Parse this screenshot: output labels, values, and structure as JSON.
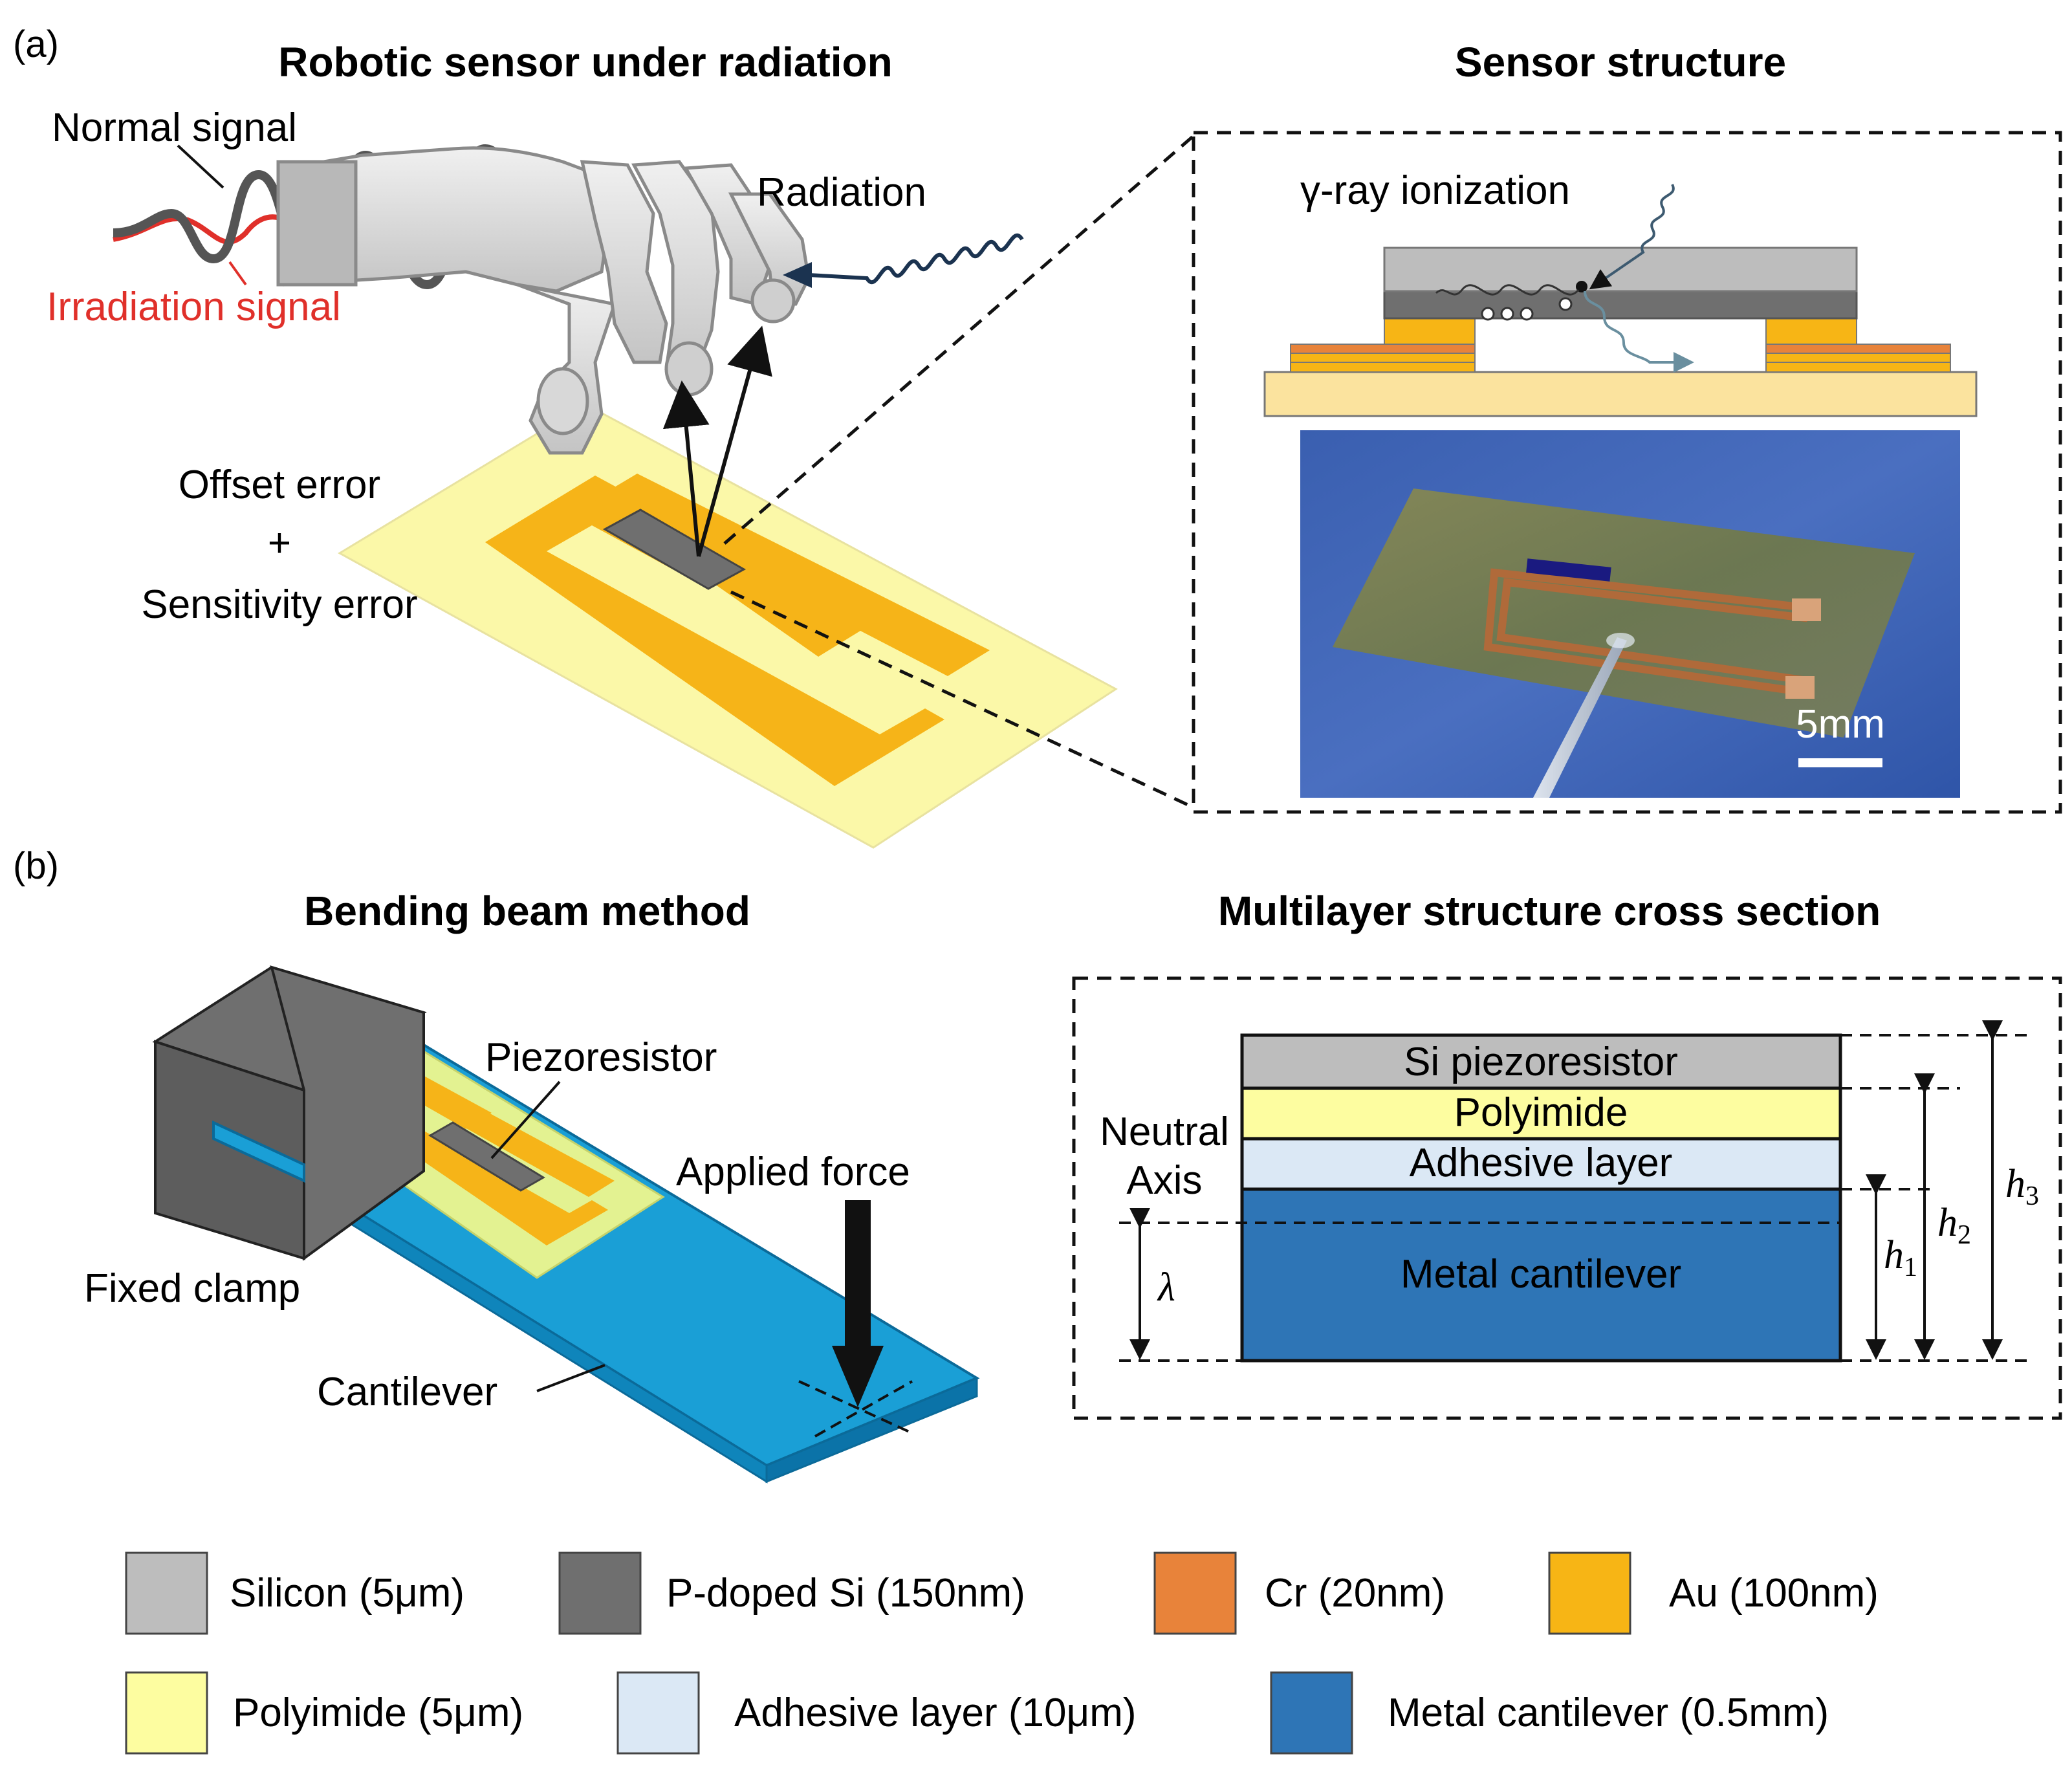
{
  "panel_a": {
    "label": "(a)",
    "title_left": "Robotic sensor under radiation",
    "title_right": "Sensor structure",
    "normal_signal": "Normal signal",
    "irradiation_signal": "Irradiation signal",
    "radiation": "Radiation",
    "offset_error": "Offset error",
    "plus": "+",
    "sensitivity_error": "Sensitivity error",
    "gamma_ray": "γ-ray ionization",
    "scale_bar": "5mm"
  },
  "panel_b": {
    "label": "(b)",
    "title_left": "Bending beam method",
    "title_right": "Multilayer structure cross section",
    "piezoresistor": "Piezoresistor",
    "applied_force": "Applied force",
    "fixed_clamp": "Fixed clamp",
    "cantilever": "Cantilever",
    "neutral_axis_1": "Neutral",
    "neutral_axis_2": "Axis",
    "lambda": "λ",
    "layers": [
      "Si piezoresistor",
      "Polyimide",
      "Adhesive layer",
      "Metal cantilever"
    ],
    "h1": "h",
    "h1_sub": "1",
    "h2": "h",
    "h2_sub": "2",
    "h3": "h",
    "h3_sub": "3"
  },
  "legend": [
    {
      "label": "Silicon (5μm)",
      "color": "#bdbdbd"
    },
    {
      "label": "P-doped Si (150nm)",
      "color": "#6f6f6f"
    },
    {
      "label": "Cr (20nm)",
      "color": "#e8833a"
    },
    {
      "label": "Au (100nm)",
      "color": "#f7b515"
    },
    {
      "label": "Polyimide (5μm)",
      "color": "#fdfda0"
    },
    {
      "label": "Adhesive layer (10μm)",
      "color": "#dbe8f5"
    },
    {
      "label": "Metal cantilever (0.5mm)",
      "color": "#2e75b6"
    }
  ],
  "colors": {
    "silicon": "#bdbdbd",
    "pdoped": "#6f6f6f",
    "cr": "#e8833a",
    "au": "#f7b515",
    "polyimide": "#fdfda0",
    "adhesive": "#dbe8f5",
    "metal": "#2e75b6",
    "cantilever_top": "#1a9fd6",
    "irradiation": "#e0302a",
    "normal": "#555555"
  }
}
